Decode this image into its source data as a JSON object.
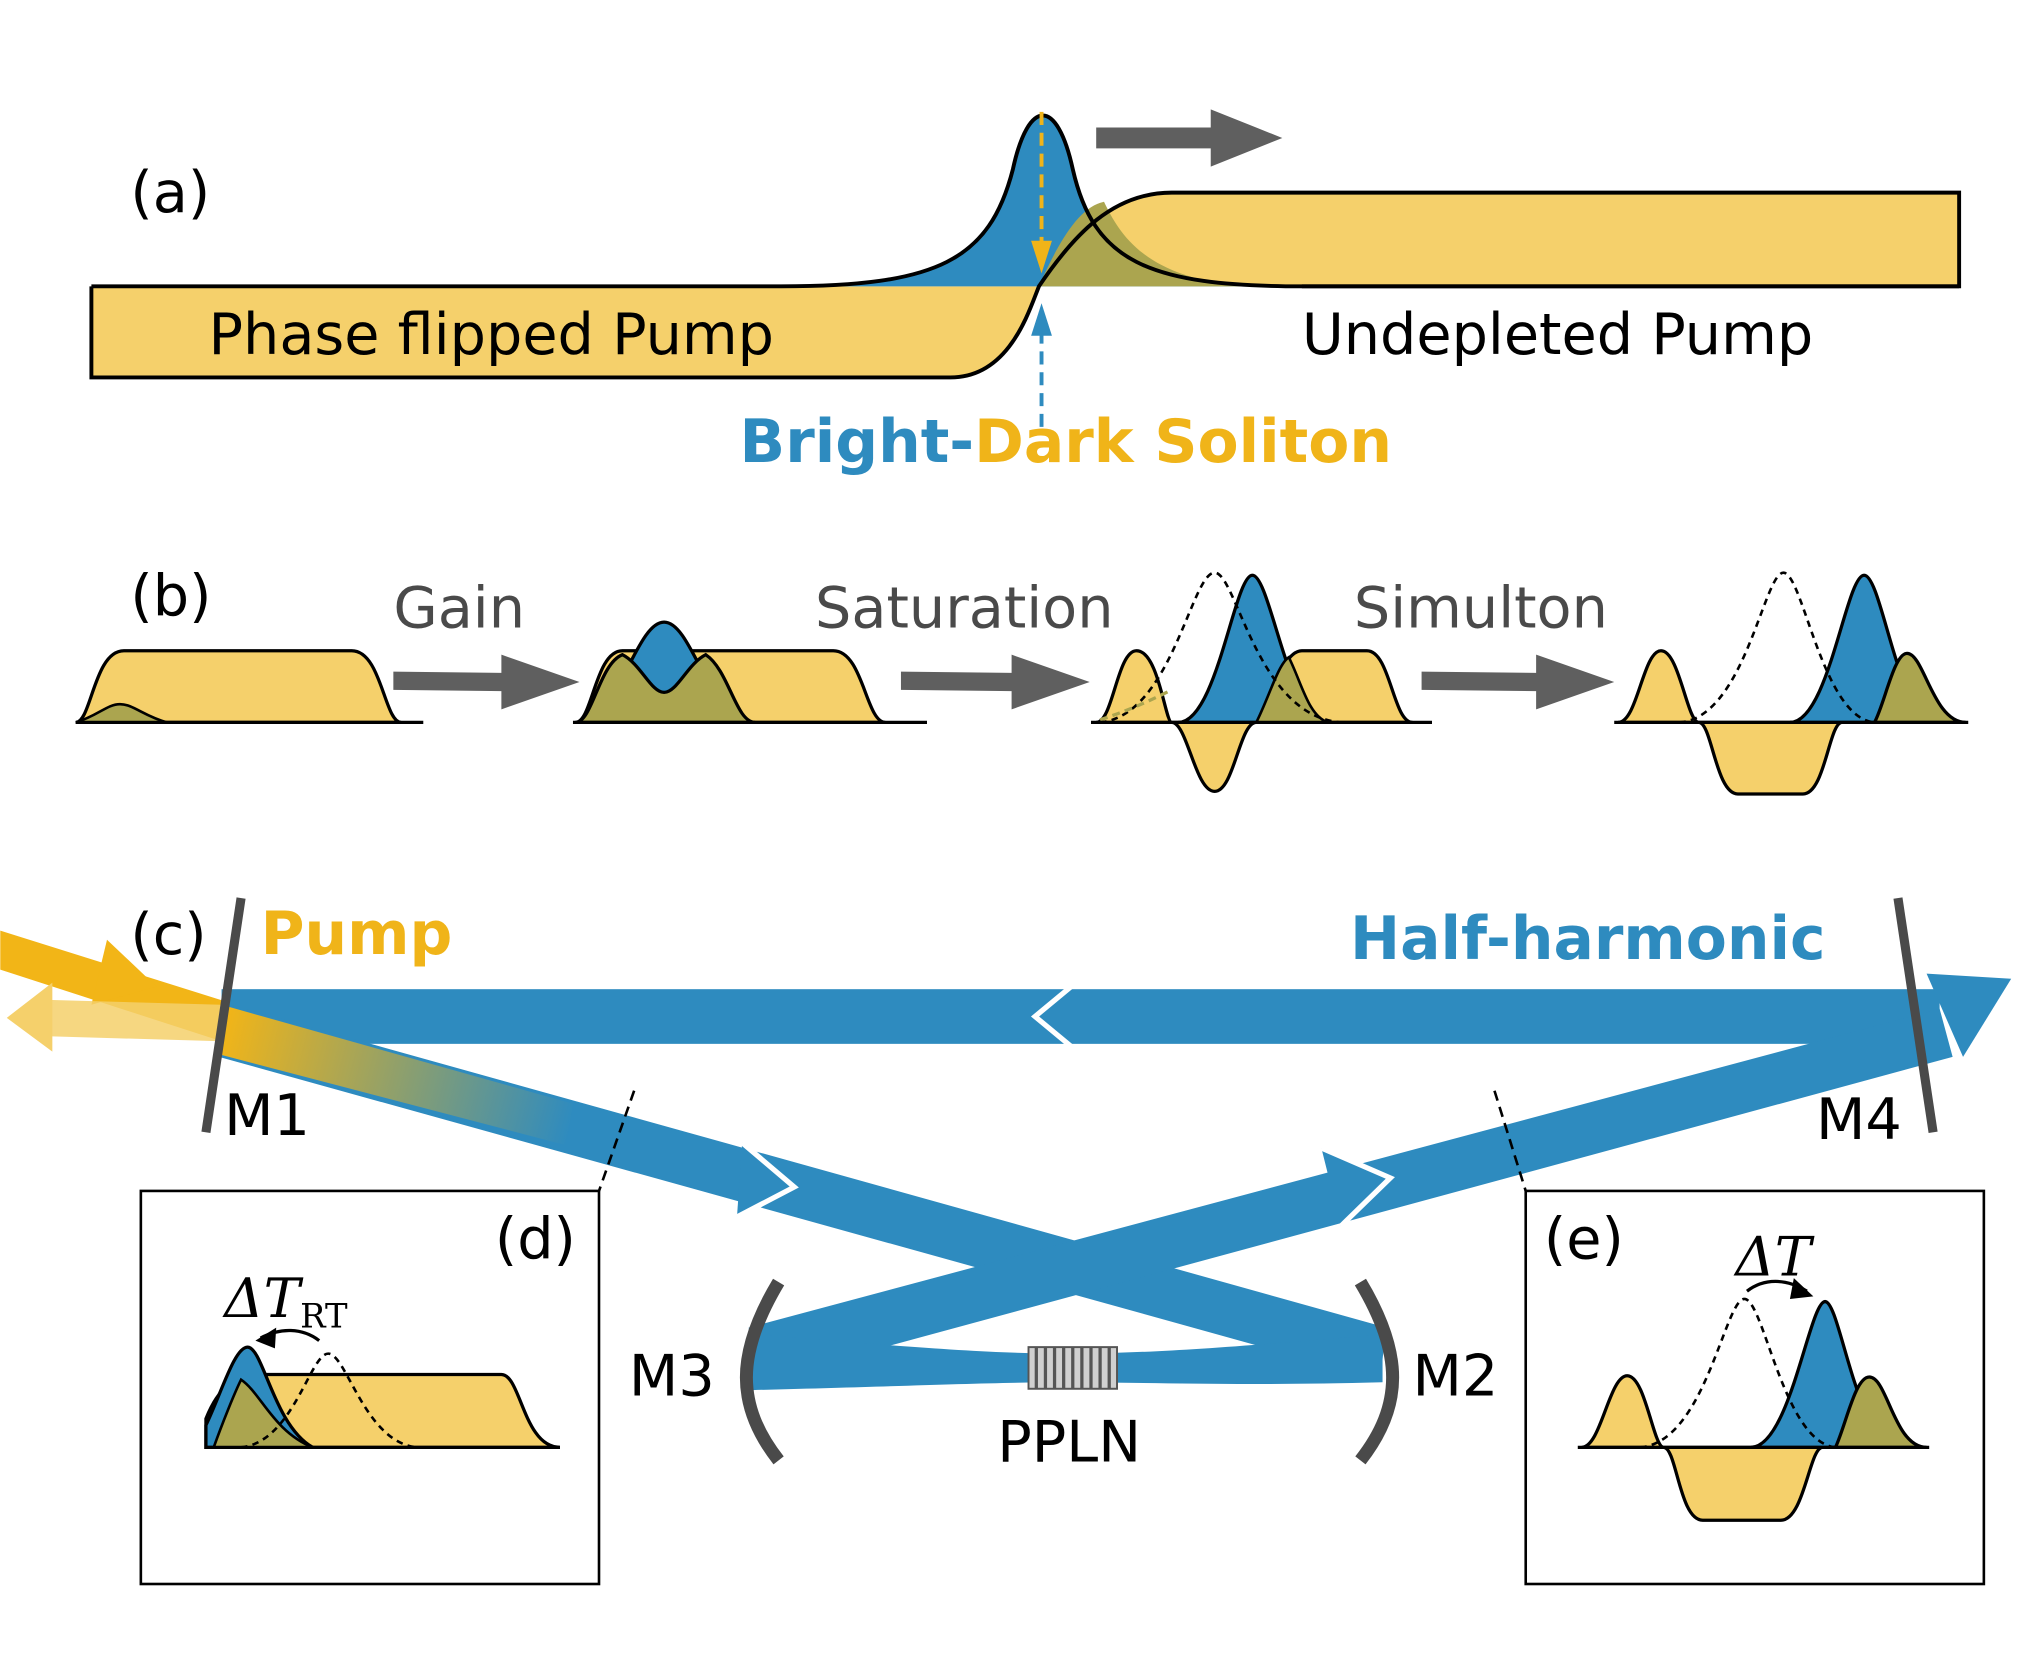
{
  "colors": {
    "pump": "#f5d06b",
    "pump_label": "#f0b419",
    "pump_beam": "#f2b517",
    "signal": "#2e8bbf",
    "overlap": "#aba54f",
    "arrow_gray": "#5f5f5f",
    "mirror": "#4a4a4a",
    "stroke": "#000000",
    "label_gray": "#4a4a4a"
  },
  "panel_a": {
    "tag": "(a)",
    "left_label": "Phase flipped Pump",
    "right_label": "Undepleted Pump",
    "soliton_bright": "Bright-",
    "soliton_dark": "Dark Soliton"
  },
  "panel_b": {
    "tag": "(b)",
    "step1": "Gain",
    "step2": "Saturation",
    "step3": "Simulton"
  },
  "panel_c": {
    "tag": "(c)",
    "pump_label": "Pump",
    "signal_label": "Half-harmonic",
    "m1": "M1",
    "m2": "M2",
    "m3": "M3",
    "m4": "M4",
    "crystal": "PPLN"
  },
  "panel_d": {
    "tag": "(d)",
    "delta_symbol": "ΔT",
    "delta_sub": "RT"
  },
  "panel_e": {
    "tag": "(e)",
    "delta_symbol": "ΔT"
  }
}
